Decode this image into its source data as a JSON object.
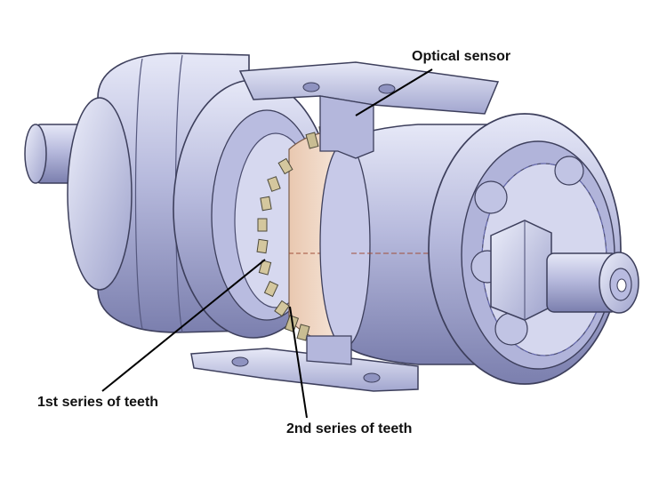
{
  "labels": {
    "optical_sensor": "Optical sensor",
    "first_series": "1st series of teeth",
    "second_series": "2nd series of teeth"
  },
  "colors": {
    "metal_light": "#d9dcf0",
    "metal_mid": "#a9add3",
    "metal_dark": "#6c6f99",
    "outline": "#3d3f5c",
    "ring_tan": "#f1d9c7",
    "tooth": "#c8b890",
    "leader": "#000000"
  }
}
